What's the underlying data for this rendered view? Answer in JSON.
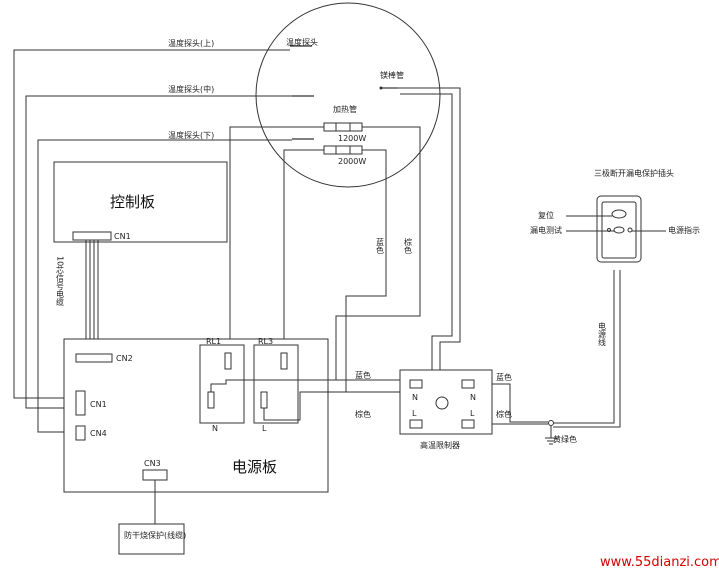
{
  "diagram": {
    "heater_tank": {
      "probe_top": "温度探头(上)",
      "probe_mid": "温度探头(中)",
      "probe_bottom": "温度探头(下)",
      "probe_inner": "温度探头",
      "magnesium_rod": "镁棒管",
      "heating_tube": "加热管",
      "heater_low": "1200W",
      "heater_high": "2000W"
    },
    "control_board": {
      "title": "控制板",
      "connector": "CN1",
      "cable_label": "10芯信号电缆"
    },
    "power_board": {
      "title": "电源板",
      "cn1": "CN1",
      "cn2": "CN2",
      "cn3": "CN3",
      "cn4": "CN4",
      "relay1": "RL1",
      "relay3": "RL3",
      "terminal_n": "N",
      "terminal_l": "L"
    },
    "thermal_limiter": {
      "title": "高温限制器",
      "n": "N",
      "l": "L"
    },
    "wire_colors": {
      "blue": "蓝色",
      "brown": "棕色",
      "yellow_green": "黄绿色"
    },
    "plug": {
      "title": "三极断开漏电保护插头",
      "reset": "复位",
      "leakage_test": "漏电测试",
      "power_indicator": "电源指示",
      "power_cord": "电源线"
    },
    "anti_dry": {
      "label": "防干烧保护(线缆)"
    },
    "watermark": "www.55dianzi.com"
  }
}
